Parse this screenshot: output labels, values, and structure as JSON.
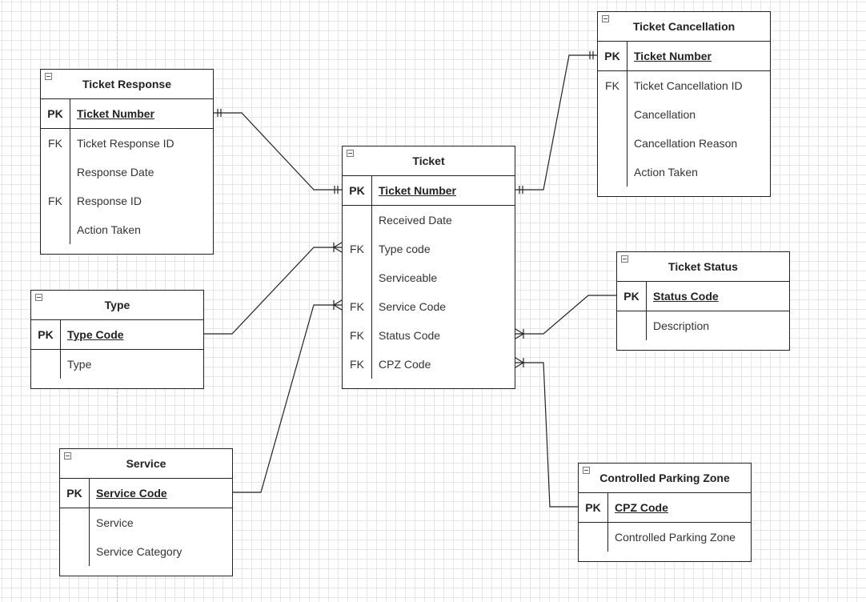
{
  "diagram": {
    "entities": [
      {
        "id": "ticket-response",
        "title": "Ticket Response",
        "pk": {
          "key": "PK",
          "name": "Ticket Number"
        },
        "attributes": [
          {
            "key": "FK",
            "name": "Ticket Response ID"
          },
          {
            "key": "",
            "name": "Response Date"
          },
          {
            "key": "FK",
            "name": "Response ID"
          },
          {
            "key": "",
            "name": "Action Taken"
          }
        ]
      },
      {
        "id": "ticket",
        "title": "Ticket",
        "pk": {
          "key": "PK",
          "name": "Ticket Number"
        },
        "attributes": [
          {
            "key": "",
            "name": "Received Date"
          },
          {
            "key": "FK",
            "name": "Type code"
          },
          {
            "key": "",
            "name": "Serviceable"
          },
          {
            "key": "FK",
            "name": "Service Code"
          },
          {
            "key": "FK",
            "name": "Status Code"
          },
          {
            "key": "FK",
            "name": "CPZ Code"
          }
        ]
      },
      {
        "id": "ticket-cancellation",
        "title": "Ticket Cancellation",
        "pk": {
          "key": "PK",
          "name": "Ticket Number"
        },
        "attributes": [
          {
            "key": "FK",
            "name": "Ticket Cancellation ID"
          },
          {
            "key": "",
            "name": "Cancellation"
          },
          {
            "key": "",
            "name": "Cancellation Reason"
          },
          {
            "key": "",
            "name": "Action Taken"
          }
        ]
      },
      {
        "id": "type",
        "title": "Type",
        "pk": {
          "key": "PK",
          "name": "Type Code"
        },
        "attributes": [
          {
            "key": "",
            "name": "Type"
          }
        ]
      },
      {
        "id": "ticket-status",
        "title": "Ticket Status",
        "pk": {
          "key": "PK",
          "name": "Status Code"
        },
        "attributes": [
          {
            "key": "",
            "name": "Description"
          }
        ]
      },
      {
        "id": "service",
        "title": "Service",
        "pk": {
          "key": "PK",
          "name": "Service Code"
        },
        "attributes": [
          {
            "key": "",
            "name": "Service"
          },
          {
            "key": "",
            "name": "Service Category"
          }
        ]
      },
      {
        "id": "controlled-parking-zone",
        "title": "Controlled Parking Zone",
        "pk": {
          "key": "PK",
          "name": "CPZ Code"
        },
        "attributes": [
          {
            "key": "",
            "name": "Controlled Parking Zone"
          }
        ]
      }
    ],
    "relationships": [
      {
        "from": "ticket-response",
        "to": "ticket",
        "from_end": "one-and-only-one",
        "to_end": "one-and-only-one"
      },
      {
        "from": "ticket",
        "to": "ticket-cancellation",
        "from_end": "one-and-only-one",
        "to_end": "one-and-only-one"
      },
      {
        "from": "type",
        "to": "ticket",
        "from_end": "none",
        "to_end": "one-or-many"
      },
      {
        "from": "service",
        "to": "ticket",
        "from_end": "none",
        "to_end": "one-or-many"
      },
      {
        "from": "ticket-status",
        "to": "ticket",
        "from_end": "none",
        "to_end": "one-or-many"
      },
      {
        "from": "controlled-parking-zone",
        "to": "ticket",
        "from_end": "none",
        "to_end": "one-or-many"
      }
    ]
  }
}
